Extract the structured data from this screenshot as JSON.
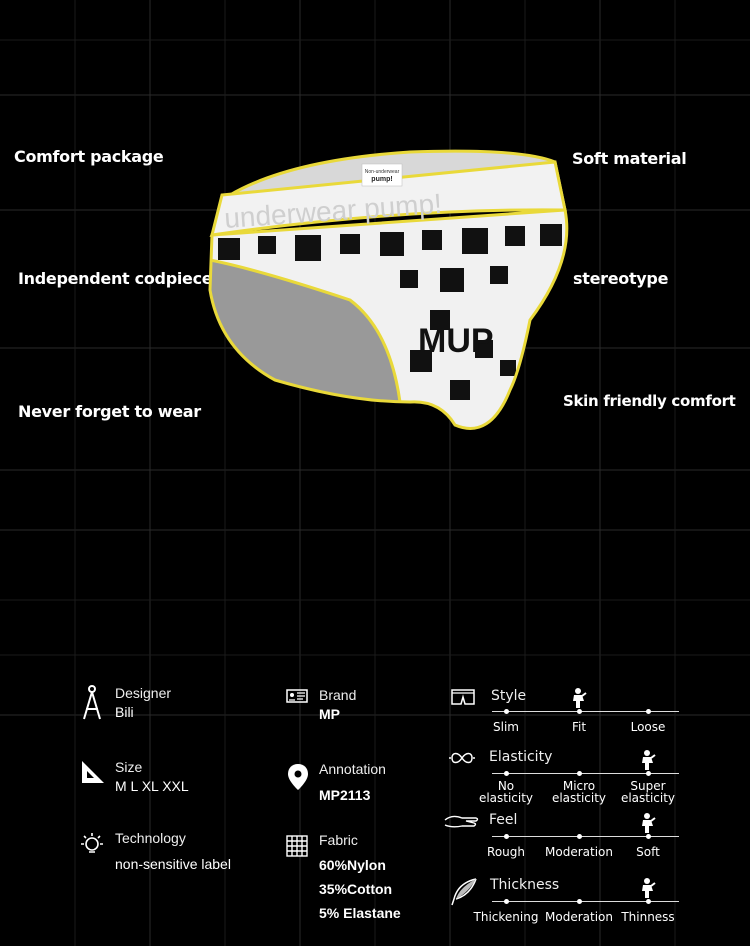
{
  "features": {
    "comfort_package": "Comfort package",
    "soft_material": "Soft material",
    "independent_codpiece": "Independent codpiece",
    "stereotype": "stereotype",
    "never_forget": "Never forget to wear",
    "skin_friendly": "Skin friendly comfort"
  },
  "product": {
    "waistband_text": "underwear pump!",
    "label_line1": "Non-underwear",
    "label_line2": "pump!",
    "pattern_text": "MUP",
    "colors": {
      "trim": "#e9d93a",
      "band": "#f2f2f2",
      "print_dark": "#111111"
    }
  },
  "specs": {
    "designer": {
      "label": "Designer",
      "value": "Bili",
      "icon": "compass-icon"
    },
    "brand": {
      "label": "Brand",
      "value": "MP",
      "icon": "id-card-icon"
    },
    "size": {
      "label": "Size",
      "value": "M  L  XL  XXL",
      "icon": "set-square-icon"
    },
    "annotation": {
      "label": "Annotation",
      "value": "MP2113",
      "icon": "location-pin-icon"
    },
    "technology": {
      "label": "Technology",
      "value": "non-sensitive label",
      "icon": "bulb-icon"
    },
    "fabric": {
      "label": "Fabric",
      "values": [
        "60%Nylon",
        "35%Cotton",
        "5% Elastane"
      ],
      "icon": "grid-icon"
    }
  },
  "scales": {
    "style": {
      "title": "Style",
      "options": [
        "Slim",
        "Fit",
        "Loose"
      ],
      "selected": 1,
      "icon": "boxer-icon"
    },
    "elasticity": {
      "title": "Elasticity",
      "options": [
        "No\nelasticity",
        "Micro\nelasticity",
        "Super\nelasticity"
      ],
      "selected": 2,
      "icon": "infinity-icon"
    },
    "feel": {
      "title": "Feel",
      "options": [
        "Rough",
        "Moderation",
        "Soft"
      ],
      "selected": 2,
      "icon": "hand-icon"
    },
    "thickness": {
      "title": "Thickness",
      "options": [
        "Thickening",
        "Moderation",
        "Thinness"
      ],
      "selected": 2,
      "icon": "feather-icon"
    }
  }
}
